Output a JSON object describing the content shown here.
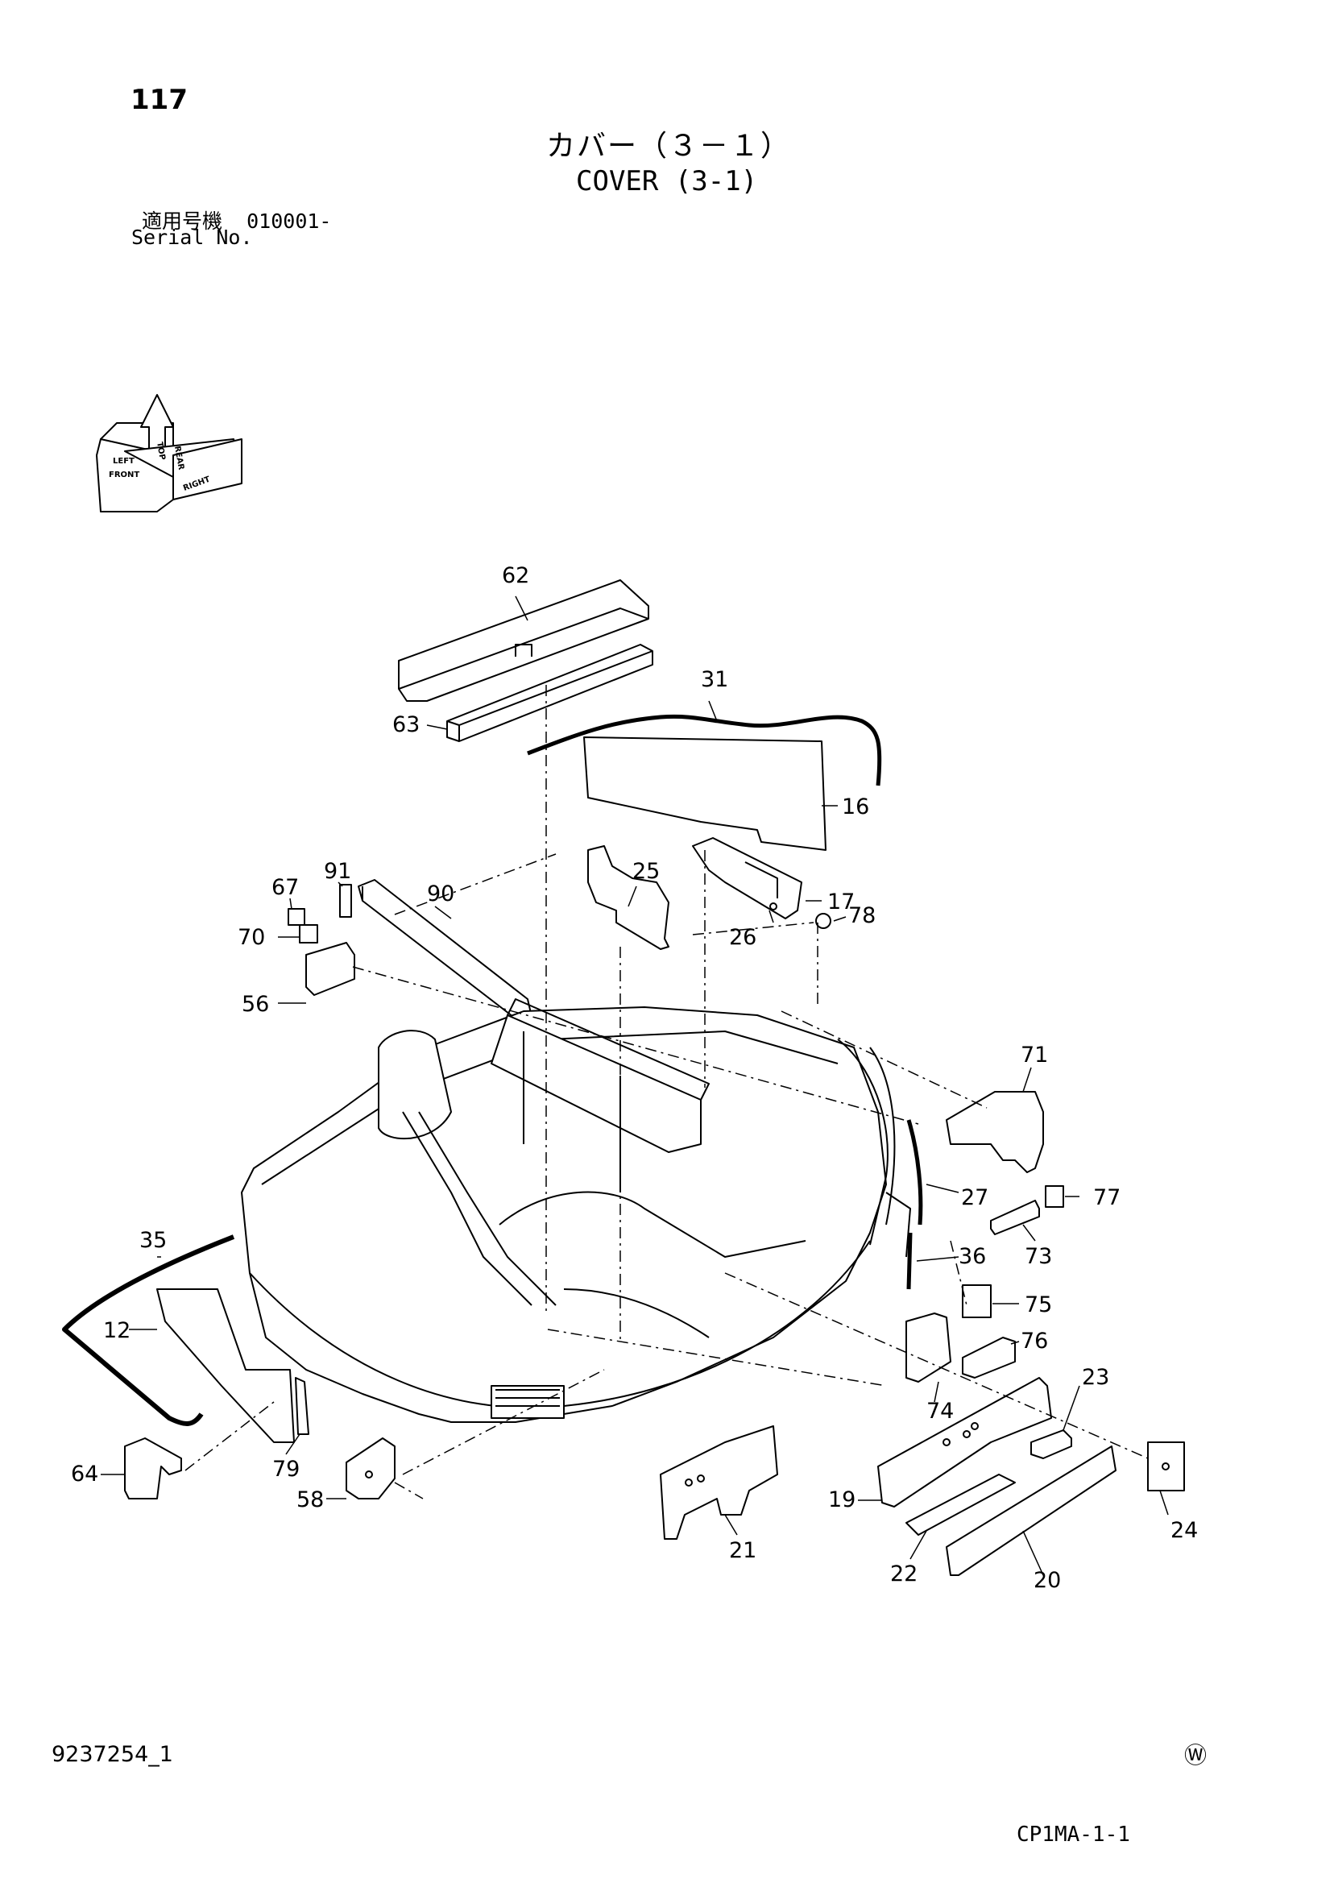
{
  "header": {
    "page_number": "117",
    "title_ja": "カバー（３－１）",
    "title_en": "COVER (3-1)",
    "serial_label_ja": "適用号機",
    "serial_value": "010001-",
    "serial_label_en": "Serial No."
  },
  "orientation": {
    "front": "FRONT",
    "top": "TOP",
    "right": "RIGHT",
    "left_face": "LEFT",
    "rear_face": "REAR"
  },
  "callouts": [
    "62",
    "63",
    "31",
    "16",
    "17",
    "78",
    "25",
    "26",
    "91",
    "90",
    "67",
    "70",
    "56",
    "71",
    "77",
    "27",
    "73",
    "36",
    "75",
    "76",
    "23",
    "74",
    "19",
    "24",
    "22",
    "20",
    "21",
    "35",
    "12",
    "79",
    "64",
    "58"
  ],
  "footer": {
    "doc_number": "9237254_1",
    "mark": "Ⓦ",
    "page_code": "CP1MA-1-1"
  }
}
